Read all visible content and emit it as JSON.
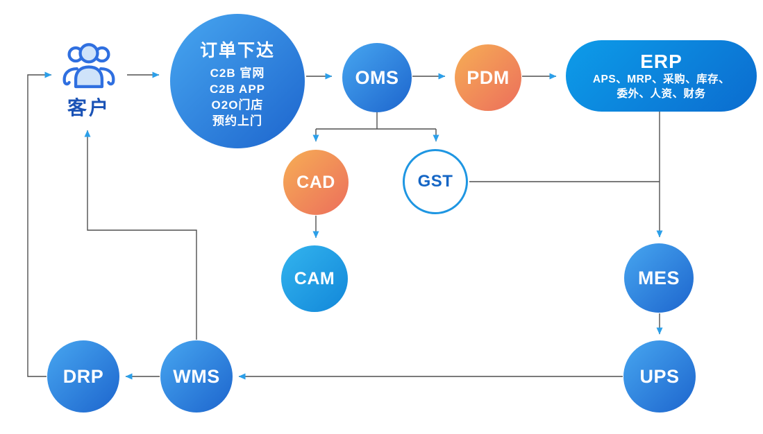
{
  "diagram": {
    "nodes": {
      "customer": {
        "label": "客户"
      },
      "order": {
        "title": "订单下达",
        "lines": [
          "C2B 官网",
          "C2B APP",
          "O2O门店",
          "预约上门"
        ]
      },
      "oms": {
        "label": "OMS"
      },
      "pdm": {
        "label": "PDM"
      },
      "erp": {
        "title": "ERP",
        "sub1": "APS、MRP、采购、库存、",
        "sub2": "委外、人资、财务"
      },
      "cad": {
        "label": "CAD"
      },
      "gst": {
        "label": "GST"
      },
      "cam": {
        "label": "CAM"
      },
      "mes": {
        "label": "MES"
      },
      "ups": {
        "label": "UPS"
      },
      "wms": {
        "label": "WMS"
      },
      "drp": {
        "label": "DRP"
      }
    },
    "colors": {
      "blue_light": "#47a6f0",
      "blue_dark": "#1d65cd",
      "cyan_light": "#33b4ee",
      "cyan_dark": "#1287d9",
      "orange_light": "#f6ae55",
      "orange_dark": "#ec6e5c",
      "erp_light": "#0d9ce9",
      "erp_dark": "#0b6ccf",
      "line": "#4f4f4f",
      "arrow": "#2b9fe9",
      "gst_border": "#1e96e2",
      "gst_text": "#1566c5",
      "customer_text": "#1b53b6",
      "icon_stroke": "#2f6fe0",
      "icon_fill": "#cfe3fa"
    }
  }
}
